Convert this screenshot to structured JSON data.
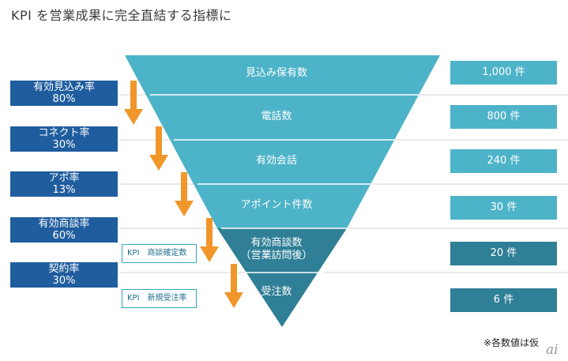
{
  "title": "KPI を営業成果に完全直結する指標に",
  "stages": [
    {
      "label": "見込み保有数",
      "value": "1,000 件"
    },
    {
      "label": "電話数",
      "value": "800 件"
    },
    {
      "label": "有効会話",
      "value": "240 件"
    },
    {
      "label": "アポイント件数",
      "value": "30 件"
    },
    {
      "label": "有効商談数\n（営業訪問後）",
      "value": "20 件"
    },
    {
      "label": "受注数",
      "value": "6 件"
    }
  ],
  "rates": [
    {
      "name": "有効見込み率",
      "value": "80%"
    },
    {
      "name": "コネクト率",
      "value": "30%"
    },
    {
      "name": "アポ率",
      "value": "13%"
    },
    {
      "name": "有効商談率",
      "value": "60%"
    },
    {
      "name": "契約率",
      "value": "30%"
    }
  ],
  "kpis": [
    {
      "label": "KPI　商談確定数"
    },
    {
      "label": "KPI　新規受注率"
    }
  ],
  "note": "※各数値は仮",
  "logo": "ai",
  "colors": {
    "funnel_light": "#4db3c8",
    "funnel_dark": "#2f7f96",
    "value_light": "#4db3c8",
    "value_dark": "#2f7f96",
    "rate_box": "#1f5d9e",
    "arrow": "#f0962a",
    "divider": "#d6d6d6"
  }
}
